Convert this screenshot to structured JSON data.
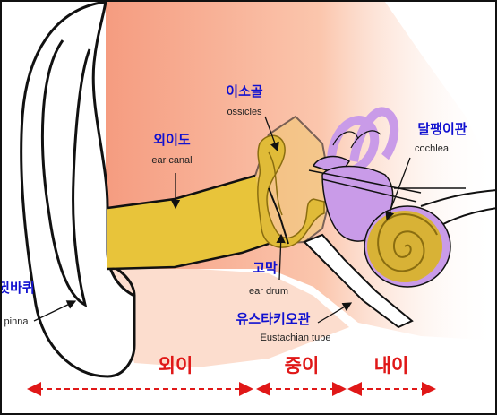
{
  "labels": {
    "ossicles": {
      "korean": "이소골",
      "english": "ossicles"
    },
    "ear_canal": {
      "korean": "외이도",
      "english": "ear canal"
    },
    "cochlea": {
      "korean": "달팽이관",
      "english": "cochlea"
    },
    "ear_drum": {
      "korean": "고막",
      "english": "ear drum"
    },
    "eustachian_tube": {
      "korean": "유스타키오관",
      "english": "Eustachian tube"
    },
    "pinna": {
      "korean": "귓바퀴",
      "english": "pinna"
    }
  },
  "regions": {
    "outer_ear": "외이",
    "middle_ear": "중이",
    "inner_ear": "내이"
  },
  "colors": {
    "skin": "#f7a487",
    "canal": "#e8c43a",
    "ossicles": "#e0bb38",
    "inner_ear": "#c99be8",
    "cochlea": "#d8b236",
    "label_korean": "#1010d0",
    "region_label": "#e01818",
    "region_arrow": "#e01818"
  }
}
